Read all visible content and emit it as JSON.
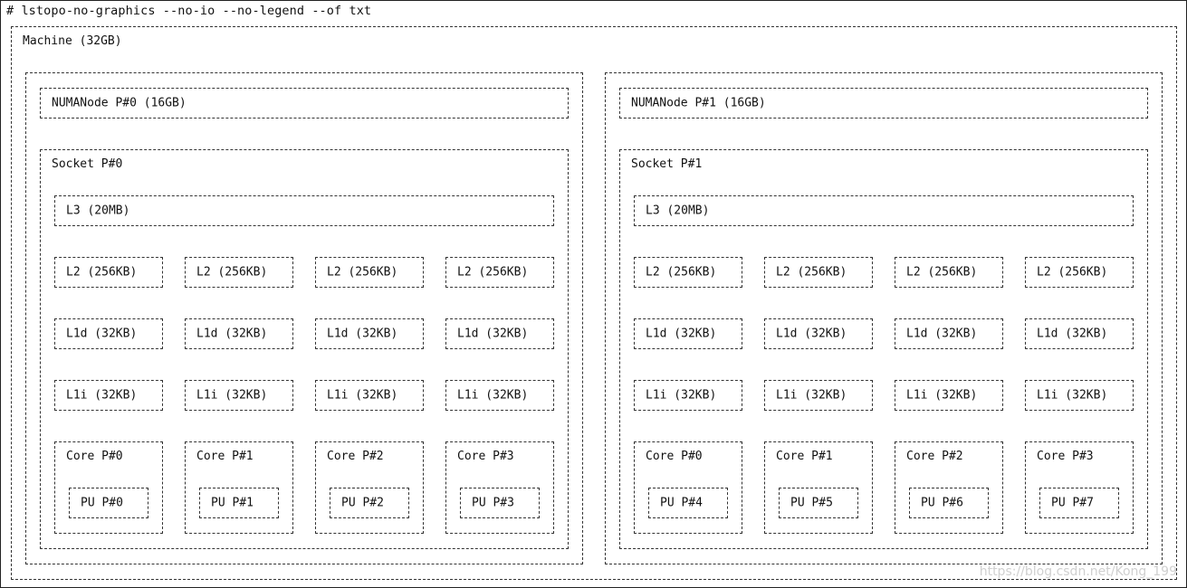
{
  "command": "# lstopo-no-graphics --no-io --no-legend --of txt",
  "machine": {
    "label": "Machine (32GB)",
    "nodes": [
      {
        "numa_label": "NUMANode P#0 (16GB)",
        "socket_label": "Socket P#0",
        "l3_label": "L3 (20MB)",
        "cores": [
          {
            "l2": "L2 (256KB)",
            "l1d": "L1d (32KB)",
            "l1i": "L1i (32KB)",
            "core": "Core P#0",
            "pu": "PU P#0"
          },
          {
            "l2": "L2 (256KB)",
            "l1d": "L1d (32KB)",
            "l1i": "L1i (32KB)",
            "core": "Core P#1",
            "pu": "PU P#1"
          },
          {
            "l2": "L2 (256KB)",
            "l1d": "L1d (32KB)",
            "l1i": "L1i (32KB)",
            "core": "Core P#2",
            "pu": "PU P#2"
          },
          {
            "l2": "L2 (256KB)",
            "l1d": "L1d (32KB)",
            "l1i": "L1i (32KB)",
            "core": "Core P#3",
            "pu": "PU P#3"
          }
        ]
      },
      {
        "numa_label": "NUMANode P#1 (16GB)",
        "socket_label": "Socket P#1",
        "l3_label": "L3 (20MB)",
        "cores": [
          {
            "l2": "L2 (256KB)",
            "l1d": "L1d (32KB)",
            "l1i": "L1i (32KB)",
            "core": "Core P#0",
            "pu": "PU P#4"
          },
          {
            "l2": "L2 (256KB)",
            "l1d": "L1d (32KB)",
            "l1i": "L1i (32KB)",
            "core": "Core P#1",
            "pu": "PU P#5"
          },
          {
            "l2": "L2 (256KB)",
            "l1d": "L1d (32KB)",
            "l1i": "L1i (32KB)",
            "core": "Core P#2",
            "pu": "PU P#6"
          },
          {
            "l2": "L2 (256KB)",
            "l1d": "L1d (32KB)",
            "l1i": "L1i (32KB)",
            "core": "Core P#3",
            "pu": "PU P#7"
          }
        ]
      }
    ]
  },
  "watermark": "https://blog.csdn.net/Kong_199"
}
